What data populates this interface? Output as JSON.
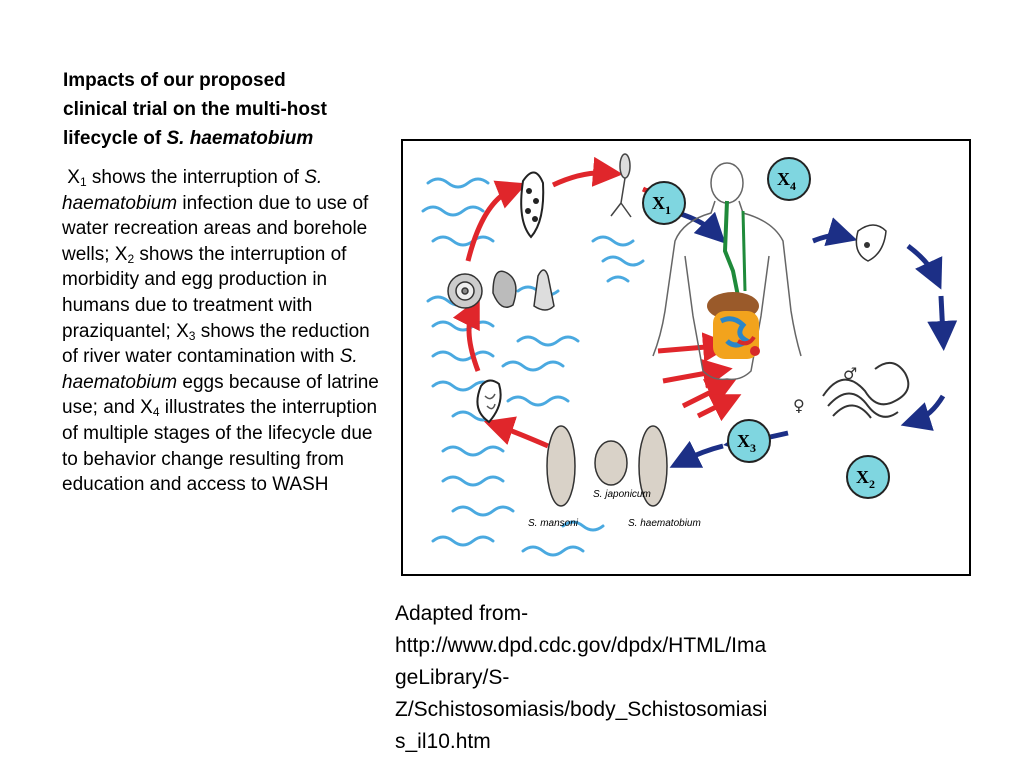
{
  "title": {
    "line1": "Impacts of our proposed",
    "line2": "clinical trial on the multi-host",
    "line3_prefix": "lifecycle of ",
    "line3_italic": "S. haematobium"
  },
  "body": {
    "x1": "X",
    "x1_sub": "1",
    "t1": " shows the interruption of ",
    "t1_italic": "S. haematobium",
    "t2": " infection due to use of water recreation areas and borehole wells; X",
    "x2_sub": "2",
    "t3": " shows the interruption of morbidity and egg production in humans due to treatment with praziquantel; X",
    "x3_sub": "3",
    "t4": " shows the reduction of river water contamination with ",
    "t4_italic": "S. haematobium",
    "t5": " eggs because of latrine use; and X",
    "x4_sub": "4",
    "t6": " illustrates the interruption of multiple stages of the lifecycle due to behavior change resulting from education and access to WASH"
  },
  "diagram": {
    "labels": {
      "x1": "X",
      "x1_sub": "1",
      "x2": "X",
      "x2_sub": "2",
      "x3": "X",
      "x3_sub": "3",
      "x4": "X",
      "x4_sub": "4"
    },
    "egg_labels": {
      "mansoni": "S. mansoni",
      "japonicum": "S. japonicum",
      "haematobium": "S. haematobium"
    },
    "symbols": {
      "male": "♂",
      "female": "♀"
    },
    "colors": {
      "badge_fill": "#7fd6e0",
      "red_arrow": "#e0262b",
      "blue_arrow": "#1c2f86",
      "water": "#4aa9e0"
    }
  },
  "caption": {
    "line1": "Adapted from-",
    "line2": "http://www.dpd.cdc.gov/dpdx/HTML/Ima",
    "line3": "geLibrary/S-",
    "line4": "Z/Schistosomiasis/body_Schistosomiasi",
    "line5": "s_il10.htm"
  }
}
